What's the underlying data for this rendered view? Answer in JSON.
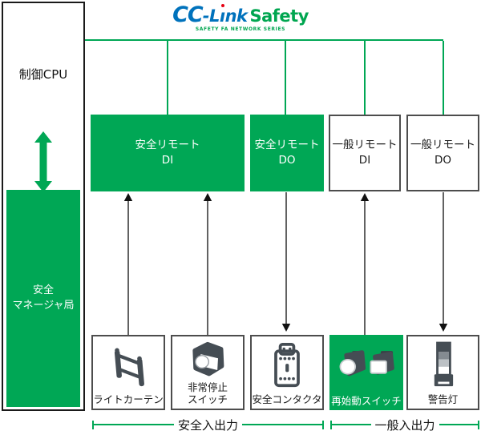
{
  "logo": {
    "part_cc": "CC",
    "part_hyphen_l": "-L",
    "part_i": "ı",
    "part_nk": "nk",
    "safety": "Safety",
    "tagline": "SAFETY FA NETWORK SERIES"
  },
  "cpu": {
    "label": "制御CPU"
  },
  "safety_manager": {
    "label": "安全\nマネージャ局"
  },
  "remote_units": [
    {
      "id": "safety-remote-di",
      "label": "安全リモート\nDI",
      "type": "safety"
    },
    {
      "id": "safety-remote-do",
      "label": "安全リモート\nDO",
      "type": "safety"
    },
    {
      "id": "general-remote-di",
      "label": "一般リモート\nDI",
      "type": "general"
    },
    {
      "id": "general-remote-do",
      "label": "一般リモート\nDO",
      "type": "general"
    }
  ],
  "devices": [
    {
      "id": "light-curtain",
      "label": "ライトカーテン",
      "icon": "light-curtain-icon"
    },
    {
      "id": "emergency-stop",
      "label": "非常停止\nスイッチ",
      "icon": "emergency-stop-icon"
    },
    {
      "id": "safety-contactor",
      "label": "安全コンタクタ",
      "icon": "safety-contactor-icon"
    },
    {
      "id": "restart-switch",
      "label": "再始動スイッチ",
      "icon": "restart-switch-icon",
      "highlight": true
    },
    {
      "id": "warning-light",
      "label": "警告灯",
      "icon": "warning-light-icon"
    }
  ],
  "groups": [
    {
      "label": "安全入出力"
    },
    {
      "label": "一般入出力"
    }
  ],
  "colors": {
    "green": "#00a755",
    "logo_blue": "#0072bc",
    "logo_green": "#00a650",
    "logo_red_dot": "#e60012",
    "box_border_dark": "#1a1a1a",
    "box_border_gray": "#4d4d4d",
    "icon_gray": "#454d54"
  }
}
